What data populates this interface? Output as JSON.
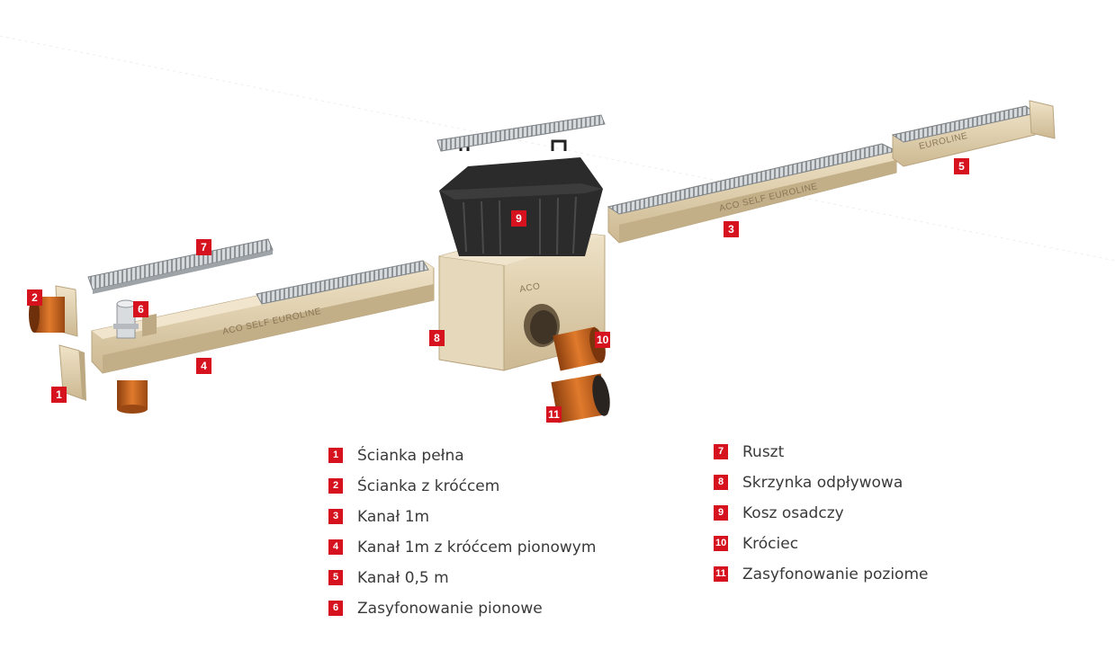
{
  "engravings": {
    "channel_left": "ACO SELF EUROLINE",
    "channel_right": "ACO SELF EUROLINE",
    "channel_short": "EUROLINE",
    "box": "ACO"
  },
  "callouts": [
    {
      "id": "c1",
      "label": "1"
    },
    {
      "id": "c2",
      "label": "2"
    },
    {
      "id": "c3",
      "label": "3"
    },
    {
      "id": "c4",
      "label": "4"
    },
    {
      "id": "c5",
      "label": "5"
    },
    {
      "id": "c6",
      "label": "6"
    },
    {
      "id": "c7",
      "label": "7"
    },
    {
      "id": "c8",
      "label": "8"
    },
    {
      "id": "c9",
      "label": "9"
    },
    {
      "id": "c10",
      "label": "10"
    },
    {
      "id": "c11",
      "label": "11"
    }
  ],
  "legend": {
    "left": [
      {
        "num": "1",
        "text": "Ścianka pełna"
      },
      {
        "num": "2",
        "text": "Ścianka z króćcem"
      },
      {
        "num": "3",
        "text": "Kanał 1m"
      },
      {
        "num": "4",
        "text": "Kanał 1m z króćcem pionowym"
      },
      {
        "num": "5",
        "text": "Kanał 0,5 m"
      },
      {
        "num": "6",
        "text": "Zasyfonowanie pionowe"
      }
    ],
    "right": [
      {
        "num": "7",
        "text": "Ruszt"
      },
      {
        "num": "8",
        "text": "Skrzynka odpływowa"
      },
      {
        "num": "9",
        "text": "Kosz osadczy"
      },
      {
        "num": "10",
        "text": "Króciec"
      },
      {
        "num": "11",
        "text": "Zasyfonowanie poziome"
      }
    ]
  },
  "colors": {
    "badge": "#d6121f",
    "concrete": "#e3d4b4",
    "concrete_dark": "#c9b68f",
    "grate": "#b9bdc1",
    "pipe": "#c8641e",
    "basket": "#2b2b2b"
  }
}
